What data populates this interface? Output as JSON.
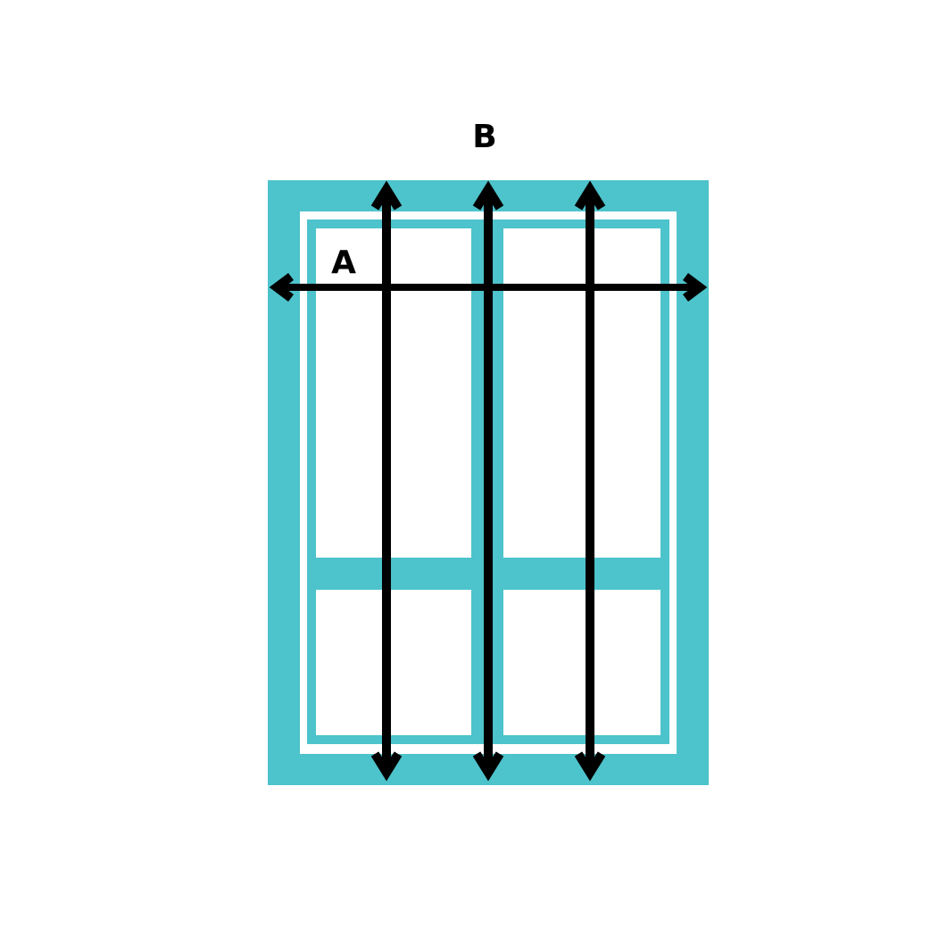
{
  "diagram": {
    "labels": {
      "width_label": "A",
      "height_label": "B"
    },
    "colors": {
      "frame": "#4DC3CB",
      "arrow": "#000000",
      "background": "#FFFFFF"
    },
    "elements": {
      "frame": "window-frame",
      "sash_panels": [
        "upper-left-pane",
        "upper-right-pane",
        "lower-left-pane",
        "lower-right-pane"
      ],
      "width_arrows": 1,
      "height_arrows": 3
    }
  }
}
